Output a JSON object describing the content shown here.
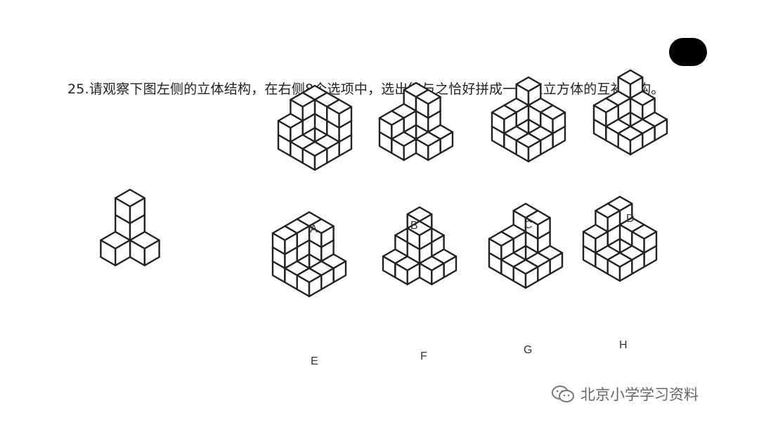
{
  "question": {
    "text": "25.请观察下图左侧的立体结构，在右侧8个选项中，选出能与之恰好拼成一个正立方体的互补结构。"
  },
  "options": [
    {
      "letter": "A"
    },
    {
      "letter": "B"
    },
    {
      "letter": "C"
    },
    {
      "letter": "D"
    },
    {
      "letter": "E"
    },
    {
      "letter": "F"
    },
    {
      "letter": "G"
    },
    {
      "letter": "H"
    }
  ],
  "watermark": {
    "text": "北京小学学习资料",
    "icon": "wechat-icon"
  }
}
